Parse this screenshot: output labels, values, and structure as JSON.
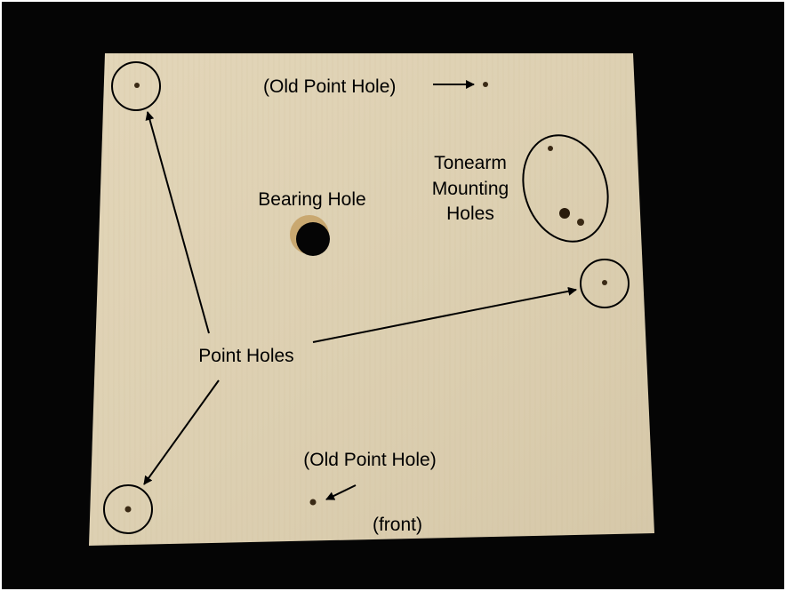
{
  "labels": {
    "old_point_hole_top": "(Old Point Hole)",
    "bearing_hole": "Bearing Hole",
    "tonearm_line1": "Tonearm",
    "tonearm_line2": "Mounting",
    "tonearm_line3": "Holes",
    "point_holes": "Point Holes",
    "old_point_hole_bottom": "(Old Point Hole)",
    "front": "(front)"
  },
  "colors": {
    "background": "#050505",
    "board": "#ddcfb1",
    "annotation": "#000000"
  }
}
